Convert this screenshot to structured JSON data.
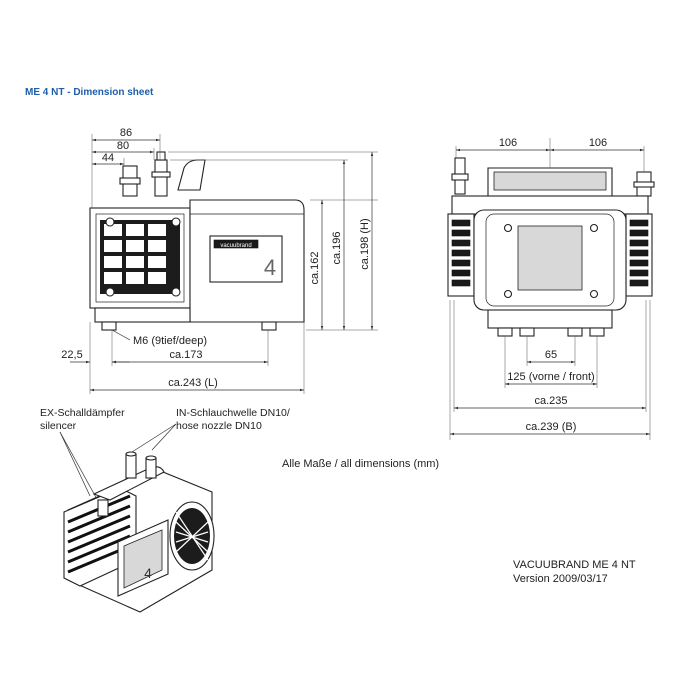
{
  "sheet_title": "ME 4 NT - Dimension sheet",
  "side_view": {
    "dims_top": [
      "86",
      "80",
      "44"
    ],
    "dims_right": [
      "ca.162",
      "ca.196",
      "ca.198 (H)"
    ],
    "dims_bottom": [
      "22,5",
      "ca.173",
      "ca.243 (L)"
    ],
    "thread_label": "M6 (9tief/deep)",
    "badge_number": "4",
    "brand_label": "vacuubrand"
  },
  "front_view": {
    "dims_top": [
      "106",
      "106"
    ],
    "dims_bottom": [
      "65",
      "125 (vorne / front)",
      "ca.235",
      "ca.239 (B)"
    ]
  },
  "iso_view": {
    "callout_silencer": [
      "EX-Schalldämpfer",
      "silencer"
    ],
    "callout_inlet": [
      "IN-Schlauchwelle DN10/",
      "hose nozzle DN10"
    ],
    "badge_number": "4"
  },
  "all_dimensions_note": "Alle Maße / all dimensions (mm)",
  "footer": {
    "model": "VACUUBRAND ME 4 NT",
    "version": "Version 2009/03/17"
  }
}
